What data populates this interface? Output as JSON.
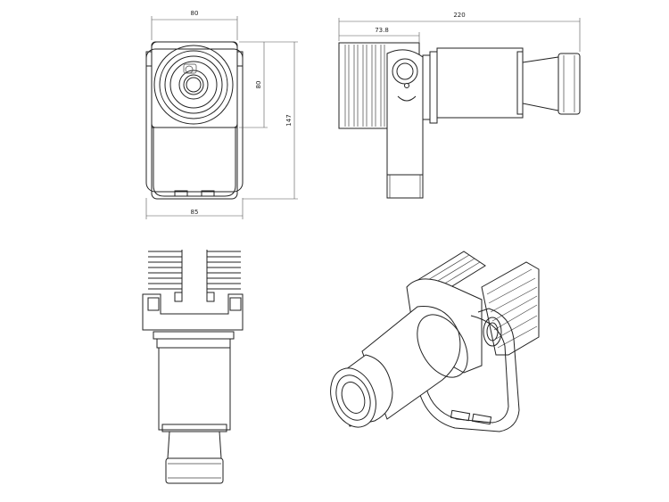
{
  "dimensions": {
    "front_width_top": "80",
    "front_width_bottom": "85",
    "front_height_upper": "80",
    "front_height_total": "147",
    "side_length_total": "220",
    "side_length_partial": "73.8"
  }
}
